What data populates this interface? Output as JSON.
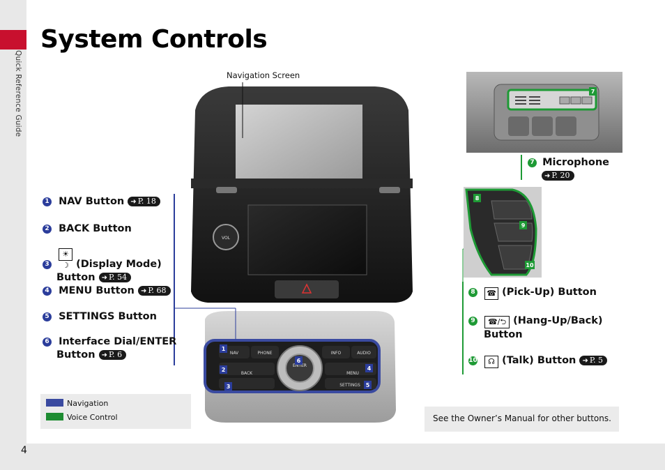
{
  "side_label": "Quick Reference Guide",
  "page_number": "4",
  "title": "System Controls",
  "callouts": {
    "navigation_screen": "Navigation Screen"
  },
  "nav_items": [
    {
      "num": "1",
      "label": "NAV Button",
      "ref": "P. 18"
    },
    {
      "num": "2",
      "label": "BACK Button"
    },
    {
      "num": "3",
      "label_a": "(Display Mode)",
      "label_b": "Button",
      "ref": "P. 54"
    },
    {
      "num": "4",
      "label": "MENU Button",
      "ref": "P. 68"
    },
    {
      "num": "5",
      "label": "SETTINGS Button"
    },
    {
      "num": "6",
      "label_a": "Interface Dial/ENTER",
      "label_b": "Button",
      "ref": "P. 6"
    }
  ],
  "voice_items": [
    {
      "num": "7",
      "label": "Microphone",
      "ref": "P. 20"
    },
    {
      "num": "8",
      "label": "(Pick-Up) Button"
    },
    {
      "num": "9",
      "label_a": "(Hang-Up/Back)",
      "label_b": "Button"
    },
    {
      "num": "10",
      "label": "(Talk) Button",
      "ref": "P. 5"
    }
  ],
  "legend": [
    {
      "label": "Navigation",
      "color": "#3a4aa0"
    },
    {
      "label": "Voice Control",
      "color": "#1e8c32"
    }
  ],
  "note": "See the Owner’s Manual for other buttons.",
  "panel_labels": {
    "vol": "VOL",
    "nav": "NAV",
    "phone": "PHONE",
    "info": "INFO",
    "audio": "AUDIO",
    "back": "BACK",
    "menu": "MENU",
    "settings": "SETTINGS",
    "enter": "ENTER"
  },
  "colors": {
    "accent_red": "#c8102e",
    "navigation_blue": "#2b3d9b",
    "voice_green": "#1e9a35"
  }
}
